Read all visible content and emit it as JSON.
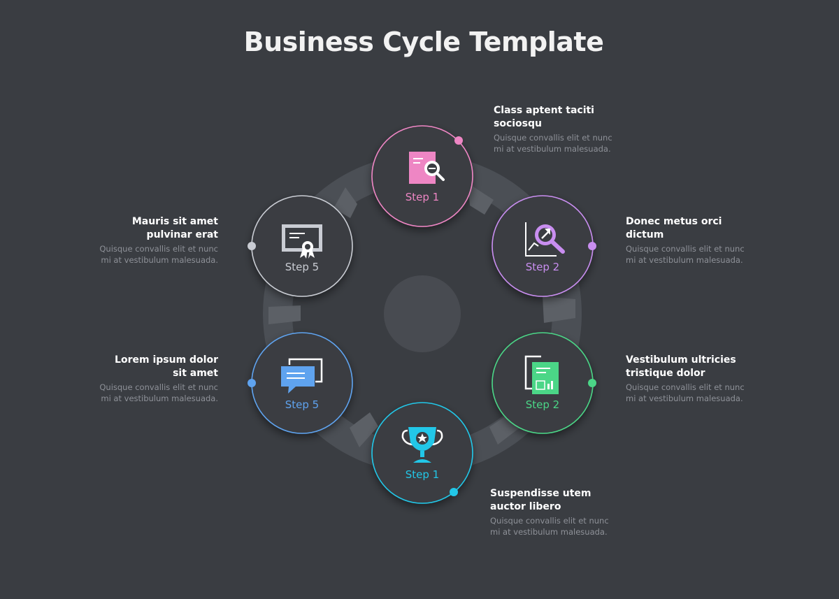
{
  "title": "Business Cycle Template",
  "steps": [
    {
      "label": "Step 1",
      "color": "#ee86c4",
      "icon": "document-search-icon",
      "heading": "Class aptent taciti sociosqu",
      "text": "Quisque convallis elit et nunc mi at vestibulum malesuada."
    },
    {
      "label": "Step 2",
      "color": "#c98ef0",
      "icon": "chart-magnifier-icon",
      "heading": "Donec metus orci dictum",
      "text": "Quisque convallis elit et nunc mi at vestibulum malesuada."
    },
    {
      "label": "Step 2",
      "color": "#4bd687",
      "icon": "report-document-icon",
      "heading": "Vestibulum ultricies tristique dolor",
      "text": "Quisque convallis elit et nunc mi at vestibulum malesuada."
    },
    {
      "label": "Step 1",
      "color": "#22c7e8",
      "icon": "trophy-icon",
      "heading": "Suspendisse utem auctor libero",
      "text": "Quisque convallis elit et nunc mi at vestibulum malesuada."
    },
    {
      "label": "Step 5",
      "color": "#5fa3ef",
      "icon": "chat-bubbles-icon",
      "heading": "Lorem ipsum dolor sit amet",
      "text": "Quisque convallis elit et nunc mi at vestibulum malesuada."
    },
    {
      "label": "Step 5",
      "color": "#c9ccd3",
      "icon": "certificate-icon",
      "heading": "Mauris sit amet pulvinar erat",
      "text": "Quisque convallis elit et nunc mi at vestibulum malesuada."
    }
  ]
}
